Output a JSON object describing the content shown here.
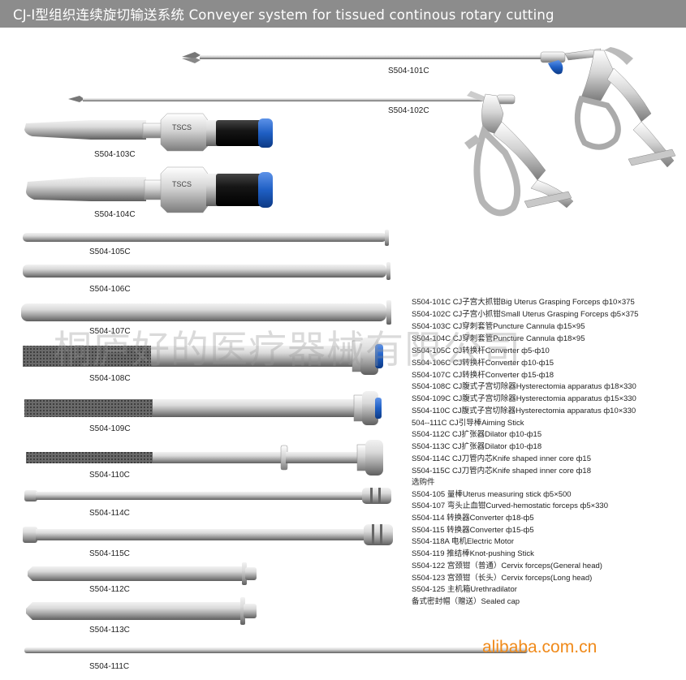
{
  "header": {
    "title": "CJ-Ⅰ型组织连续旋切输送系统 Conveyer system for tissued continous rotary cutting"
  },
  "labels": {
    "l101": "S504-101C",
    "l102": "S504-102C",
    "l103": "S504-103C",
    "l104": "S504-104C",
    "l105": "S504-105C",
    "l106": "S504-106C",
    "l107": "S504-107C",
    "l108": "S504-108C",
    "l109": "S504-109C",
    "l110": "S504-110C",
    "l114": "S504-114C",
    "l115": "S504-115C",
    "l112": "S504-112C",
    "l113": "S504-113C",
    "l111": "S504-111C"
  },
  "specs": [
    "S504-101C  CJ子宫大抓钳Big Uterus Grasping Forceps   ф10×375",
    "S504-102C  CJ子宫小抓钳Small Uterus Grasping Forceps   ф5×375",
    "S504-103C  CJ穿刺套管Puncture Cannula   ф15×95",
    "S504-104C  CJ穿刺套管Puncture Cannula   ф18×95",
    "S504-105C  CJ转换杆Converter   ф5-ф10",
    "S504-106C  CJ转换杆Converter   ф10-ф15",
    "S504-107C  CJ转换杆Converter   ф15-ф18",
    "S504-108C  CJ腹式子宫切除器Hysterectomia apparatus   ф18×330",
    "S504-109C  CJ腹式子宫切除器Hysterectomia apparatus   ф15×330",
    "S504-110C  CJ腹式子宫切除器Hysterectomia apparatus   ф10×330",
    "504--111C  CJ引导棒Aiming Stick",
    "S504-112C  CJ扩张器Dilator   ф10-ф15",
    "S504-113C  CJ扩张器Dilator   ф10-ф18",
    "S504-114C  CJ刀管内芯Knife shaped inner core   ф15",
    "S504-115C  CJ刀管内芯Knife shaped inner core   ф18",
    "选购件",
    "S504-105 量棒Uterus measuring stick   ф5×500",
    "S504-107 弯头止血钳Curved-hemostatic forceps   ф5×330",
    "S504-114 转换器Converter   ф18-ф5",
    "S504-115 转换器Converter   ф15-ф5",
    "S504-118A 电机Electric  Motor",
    "S504-119 推结棒Knot-pushing Stick",
    "S504-122 宫颈钳（普通）Cervix forceps(General head)",
    "S504-123 宫颈钳（长头）Cervix forceps(Long head)",
    "S504-125 主机箱Urethradilator",
    "          备式密封帽（赠送）Sealed cap"
  ],
  "watermark": "桐庐好的医疗器械有限公司",
  "site": "alibaba.com.cn",
  "product_brand": "TSCS",
  "colors": {
    "titlebar": "#8c8c8c",
    "steel": "#b8b8b8",
    "blue": "#1f5fc4",
    "orange": "#f08a1a"
  }
}
